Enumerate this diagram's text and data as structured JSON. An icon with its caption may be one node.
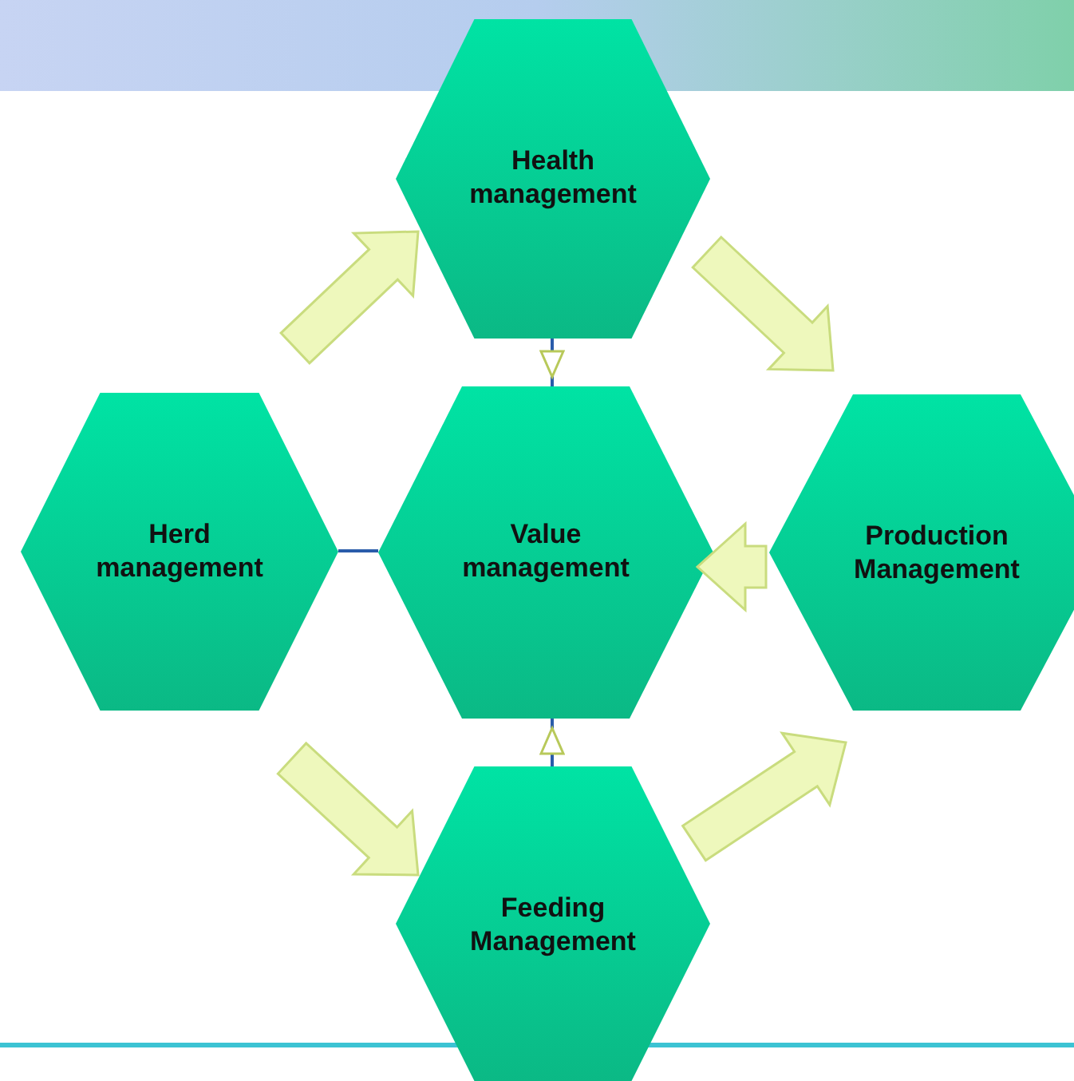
{
  "diagram": {
    "nodes": [
      {
        "text": [
          "Health management"
        ]
      },
      {
        "text": [
          "Herd management"
        ]
      },
      {
        "text": [
          "Value management"
        ]
      },
      {
        "text": [
          "Production Management"
        ]
      },
      {
        "text": [
          "Feeding Management"
        ]
      }
    ],
    "edges": [
      {
        "from": 1,
        "to": 0,
        "arrow": "to",
        "style": "thick"
      },
      {
        "from": 0,
        "to": 3,
        "arrow": "to",
        "style": "thick"
      },
      {
        "from": 3,
        "to": 2,
        "arrow": "to",
        "style": "thick"
      },
      {
        "from": 1,
        "to": 4,
        "arrow": "to",
        "style": "thick"
      },
      {
        "from": 4,
        "to": 3,
        "arrow": "to",
        "style": "thick"
      },
      {
        "from": 0,
        "to": 2,
        "arrow": "to",
        "color": "#2a5caa"
      },
      {
        "from": 1,
        "to": 2,
        "arrow": "none",
        "color": "#2a5caa"
      },
      {
        "from": 4,
        "to": 2,
        "arrow": "to",
        "color": "#2a5caa"
      }
    ]
  }
}
